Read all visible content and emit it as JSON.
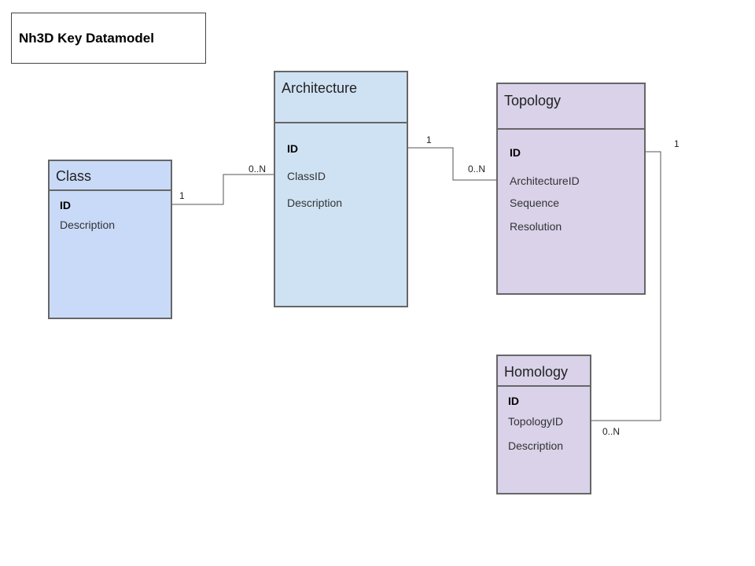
{
  "title": "Nh3D Key Datamodel",
  "colors": {
    "class_fill": "#c9daf8",
    "architecture_fill": "#cfe2f3",
    "topology_fill": "#d9d2e9",
    "homology_fill": "#d9d2e9",
    "border": "#666666",
    "connector": "#555555"
  },
  "entities": {
    "class": {
      "name": "Class",
      "fields": [
        "ID",
        "Description"
      ]
    },
    "architecture": {
      "name": "Architecture",
      "fields": [
        "ID",
        "ClassID",
        "Description"
      ]
    },
    "topology": {
      "name": "Topology",
      "fields": [
        "ID",
        "ArchitectureID",
        "Sequence",
        "Resolution"
      ]
    },
    "homology": {
      "name": "Homology",
      "fields": [
        "ID",
        "TopologyID",
        "Description"
      ]
    }
  },
  "relationships": [
    {
      "from": "Class.ID",
      "to": "Architecture.ClassID",
      "from_mult": "1",
      "to_mult": "0..N"
    },
    {
      "from": "Architecture.ID",
      "to": "Topology.ArchitectureID",
      "from_mult": "1",
      "to_mult": "0..N"
    },
    {
      "from": "Topology.ID",
      "to": "Homology.TopologyID",
      "from_mult": "1",
      "to_mult": "0..N"
    }
  ]
}
